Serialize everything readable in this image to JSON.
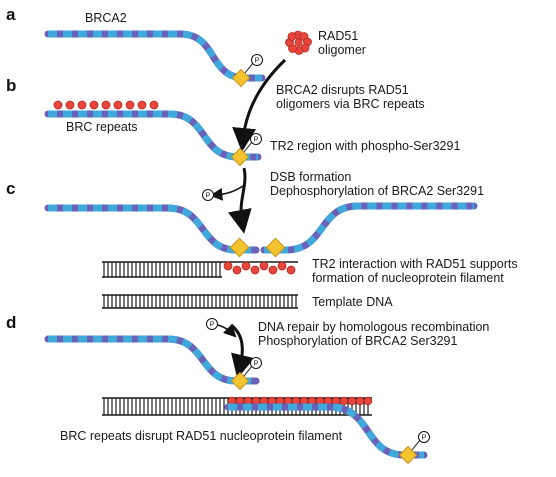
{
  "panels": {
    "a": "a",
    "b": "b",
    "c": "c",
    "d": "d"
  },
  "labels": {
    "brca2": "BRCA2",
    "rad51": "RAD51",
    "oligomer": "oligomer",
    "disrupt_1": "BRCA2 disrupts RAD51",
    "disrupt_2": "oligomers via BRC repeats",
    "brc_repeats": "BRC repeats",
    "tr2_region": "TR2 region with phospho-Ser3291",
    "dsb_1": "DSB formation",
    "dsb_2": "Dephosphorylation of BRCA2 Ser3291",
    "tr2_int_1": "TR2 interaction with RAD51 supports",
    "tr2_int_2": "formation of nucleoprotein filament",
    "template": "Template DNA",
    "repair_1": "DNA repair by homologous recombination",
    "repair_2": "Phosphorylation of BRCA2 Ser3291",
    "final": "BRC repeats disrupt RAD51 nucleoprotein filament"
  },
  "phospho_symbol": "P",
  "colors": {
    "protein": "#6a62b8",
    "repeat_segment": "#3fa9dc",
    "rad51": "#e8453c",
    "rad51_edge": "#b02b24",
    "tr2_diamond": "#f5c330",
    "tr2_edge": "#c9951a",
    "dna": "#1a1a1a",
    "arrow": "#111111"
  }
}
